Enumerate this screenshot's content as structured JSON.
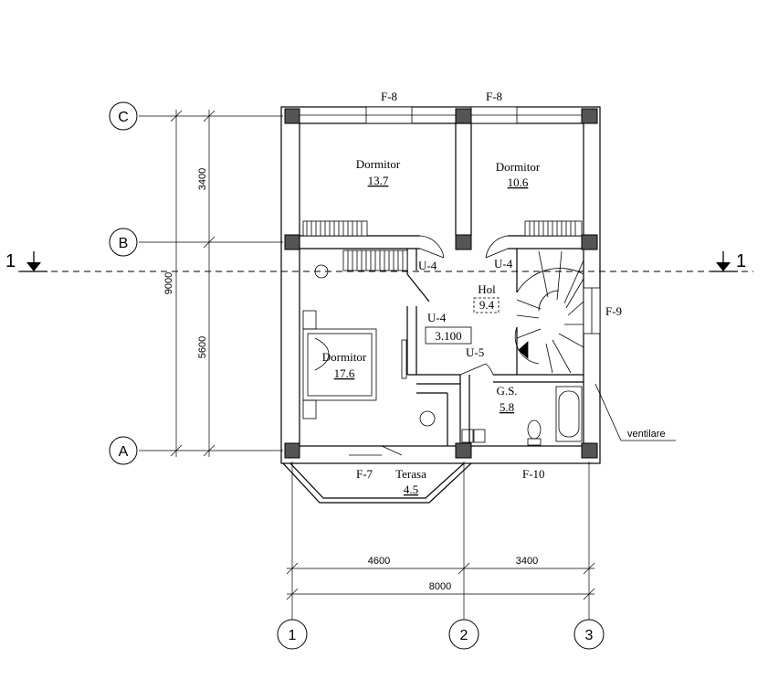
{
  "axes": {
    "rows": [
      "C",
      "B",
      "A"
    ],
    "cols": [
      "1",
      "2",
      "3"
    ]
  },
  "section": {
    "left": "1",
    "right": "1"
  },
  "dimensions": {
    "height_total": "9000",
    "height_top": "3400",
    "height_bottom": "5600",
    "width_left": "4600",
    "width_right": "3400",
    "width_total": "8000"
  },
  "windows": {
    "top_left": "F-8",
    "top_right": "F-8",
    "right": "F-9",
    "bottom_left": "F-7",
    "bottom_right": "F-10"
  },
  "doors": {
    "left": "U-4",
    "right": "U-4",
    "hall": "U-4",
    "bath": "U-5"
  },
  "level": "3.100",
  "rooms": {
    "dorm_top_left": {
      "name": "Dormitor",
      "area": "13.7"
    },
    "dorm_top_right": {
      "name": "Dormitor",
      "area": "10.6"
    },
    "dorm_main": {
      "name": "Dormitor",
      "area": "17.6"
    },
    "hall": {
      "name": "Hol",
      "area": "9.4"
    },
    "bath": {
      "name": "G.S.",
      "area": "5.8"
    },
    "terrace": {
      "name": "Terasa",
      "area": "4.5"
    }
  },
  "notes": {
    "vent": "ventilare"
  }
}
